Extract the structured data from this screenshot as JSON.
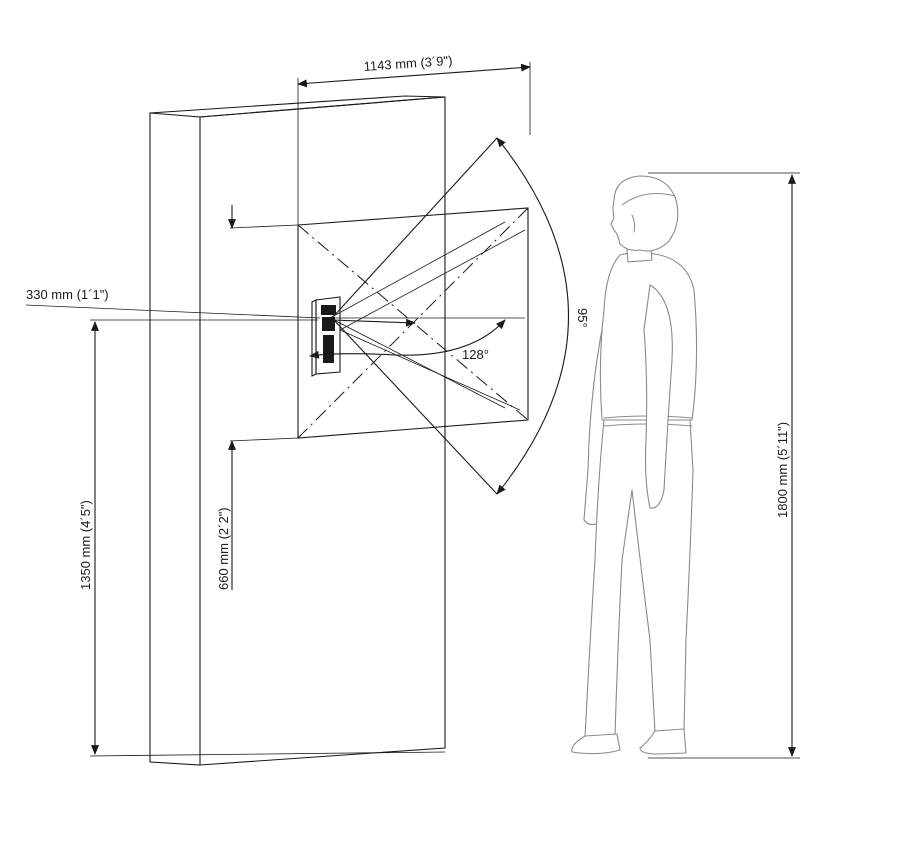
{
  "dimensions": {
    "width_top": "1143 mm (3´9\")",
    "side_offset": "330 mm (1´1\")",
    "mount_height": "1350 mm (4´5\")",
    "panel_height": "660 mm (2´2\")",
    "person_height": "1800 mm (5´11\")"
  },
  "angles": {
    "horizontal": "128°",
    "vertical": "95°"
  },
  "colors": {
    "line": "#1a1a1a",
    "person_outline": "#8a8a8a",
    "background": "#ffffff"
  }
}
